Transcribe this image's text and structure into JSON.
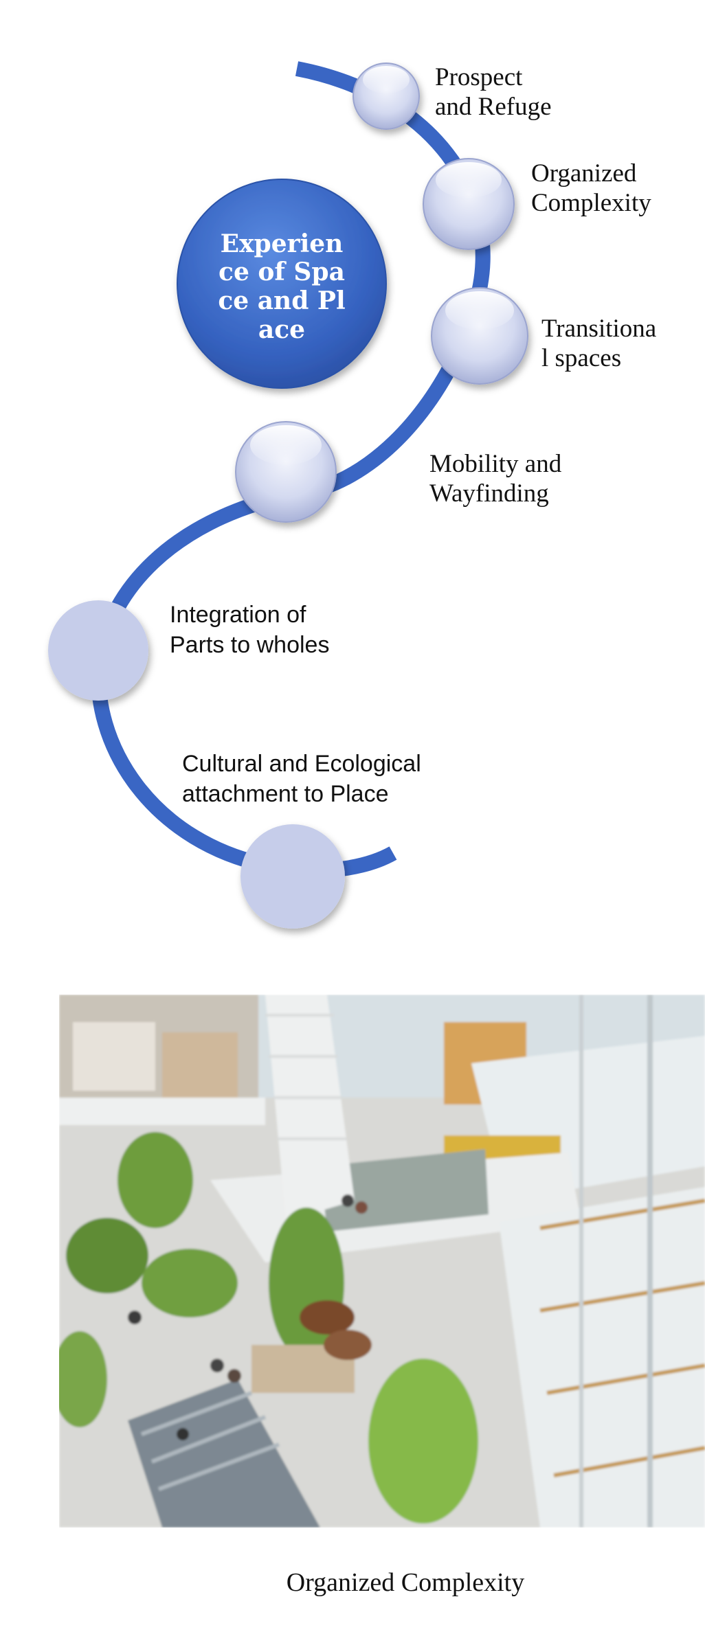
{
  "diagram": {
    "center_title": "Experience of Space and Place",
    "items": [
      {
        "label_line1": "Prospect",
        "label_line2": "and Refuge"
      },
      {
        "label_line1": "Organized",
        "label_line2": "Complexity"
      },
      {
        "label_line1": "Transitiona",
        "label_line2": "l spaces"
      },
      {
        "label_line1": "Mobility and",
        "label_line2": "Wayfinding"
      },
      {
        "label_line1": "Integration of",
        "label_line2": "Parts to wholes"
      },
      {
        "label_line1": "Cultural and Ecological",
        "label_line2": "attachment to Place"
      }
    ],
    "colors": {
      "arc": "#3a66c4",
      "center_circle": "#3a6cc8",
      "node_fill": "#c6cdea",
      "node_glossy": "#eef1fb"
    }
  },
  "caption": "Organized Complexity"
}
